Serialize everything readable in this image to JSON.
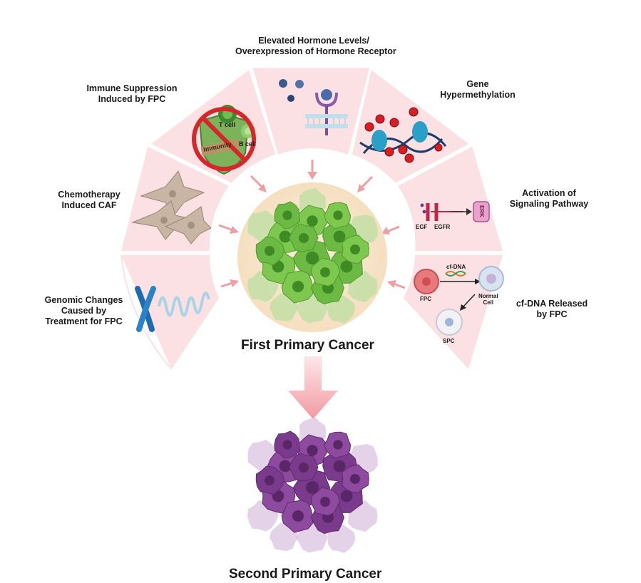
{
  "mechanisms": {
    "hormone": {
      "line1": "Elevated Hormone Levels/",
      "line2": "Overexpression of Hormone Receptor"
    },
    "immune": {
      "line1": "Immune Suppression",
      "line2": "Induced by FPC"
    },
    "gene": {
      "line1": "Gene",
      "line2": "Hypermethylation"
    },
    "chemo": {
      "line1": "Chemotherapy",
      "line2": "Induced  CAF"
    },
    "signaling": {
      "line1": "Activation of",
      "line2": "Signaling Pathway"
    },
    "genomic": {
      "line1": "Genomic Changes",
      "line2": "Caused by",
      "line3": "Treatment for FPC"
    },
    "cfdna": {
      "line1": "cf-DNA Released",
      "line2": "by FPC"
    }
  },
  "icons": {
    "immune": {
      "t_cell": "T cell",
      "b_cell": "B cell",
      "shield": "Immunity"
    },
    "signaling": {
      "egf": "EGF",
      "egfr": "EGFR",
      "erk": "ERK"
    },
    "cfdna": {
      "fpc": "FPC",
      "cf_dna": "cf-DNA",
      "normal_cell_1": "Normal",
      "normal_cell_2": "Cell",
      "spc": "SPC"
    }
  },
  "centers": {
    "first": "First Primary Cancer",
    "second": "Second Primary Cancer"
  },
  "colors": {
    "sector_fill": "#fbe1e3",
    "arrow_pink": "#ef9ea4",
    "first_cancer_green": "#7ec850",
    "first_cancer_halo": "#f7e3c7",
    "second_cancer_purple": "#8e4a9e",
    "prohibition_red": "#d6262a",
    "dna_blue": "#2a6fb0"
  }
}
